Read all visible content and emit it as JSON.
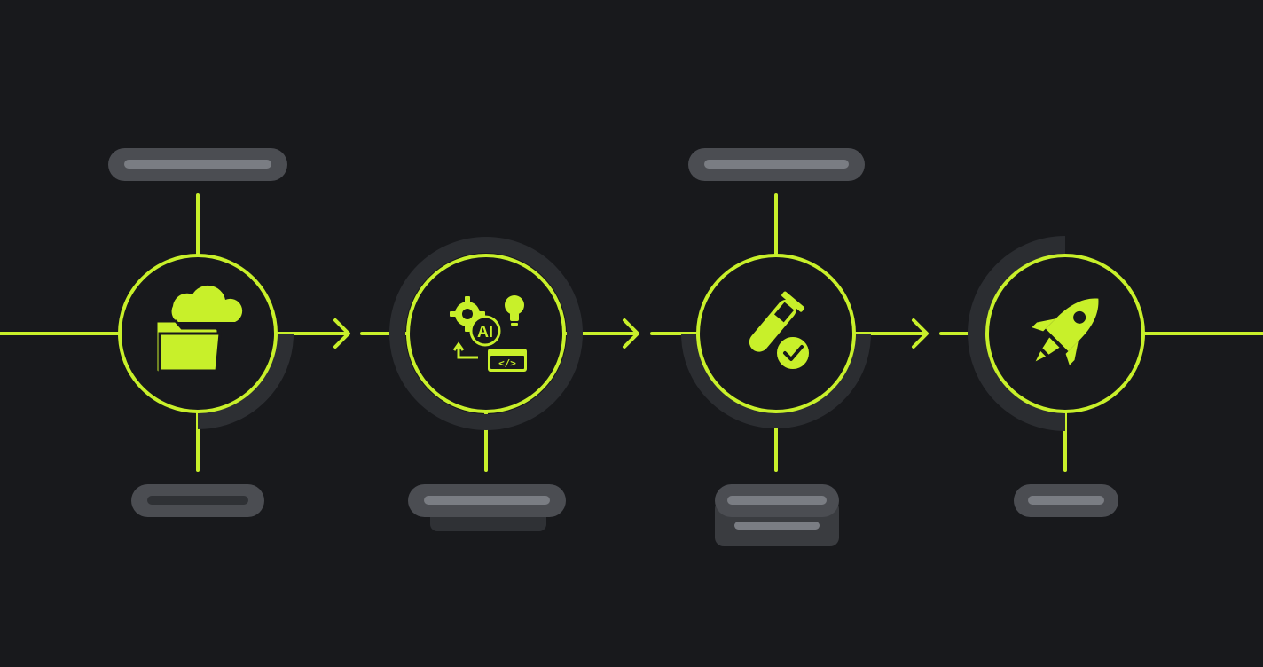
{
  "theme": {
    "background": "#18191c",
    "accent": "#c8f02a",
    "pill_fill": "#4b4d52",
    "pill_bar": "#7a7d83",
    "pill_back": "#2f3135",
    "halo": "#2b2d31"
  },
  "flow": {
    "direction": "left-to-right",
    "steps": [
      {
        "id": "step-1",
        "icon": "cloud-folder-icon",
        "placeholder_labels": [
          "top",
          "bottom"
        ]
      },
      {
        "id": "step-2",
        "icon": "ai-gear-code-icon",
        "placeholder_labels": [
          "bottom-stacked"
        ],
        "icon_text": "AI"
      },
      {
        "id": "step-3",
        "icon": "test-tube-check-icon",
        "placeholder_labels": [
          "top",
          "bottom-stacked"
        ]
      },
      {
        "id": "step-4",
        "icon": "rocket-icon",
        "placeholder_labels": [
          "bottom"
        ]
      }
    ]
  }
}
